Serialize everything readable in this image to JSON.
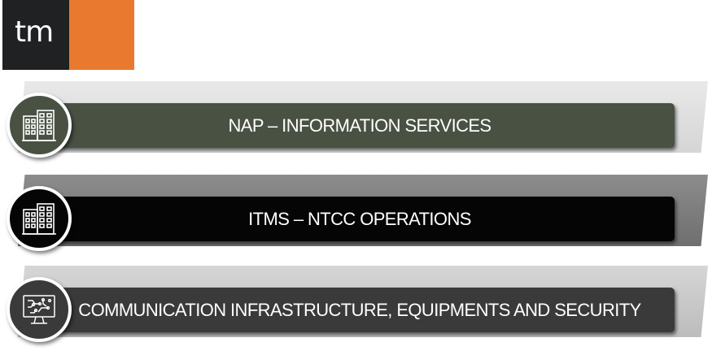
{
  "logo": {
    "text": "tm",
    "colors": {
      "dark": "#1f2123",
      "accent": "#e8792f"
    }
  },
  "rows": [
    {
      "label": "NAP – INFORMATION SERVICES",
      "icon": "office-buildings-icon",
      "bar_color": "#495143",
      "circle_color": "#495143"
    },
    {
      "label": "ITMS – NTCC OPERATIONS",
      "icon": "office-buildings-icon",
      "bar_color": "#050505",
      "circle_color": "#050505"
    },
    {
      "label": "COMMUNICATION INFRASTRUCTURE, EQUIPMENTS AND SECURITY",
      "icon": "monitor-circuit-icon",
      "bar_color": "#3a3a3a",
      "circle_color": "#3a3a3a"
    }
  ]
}
